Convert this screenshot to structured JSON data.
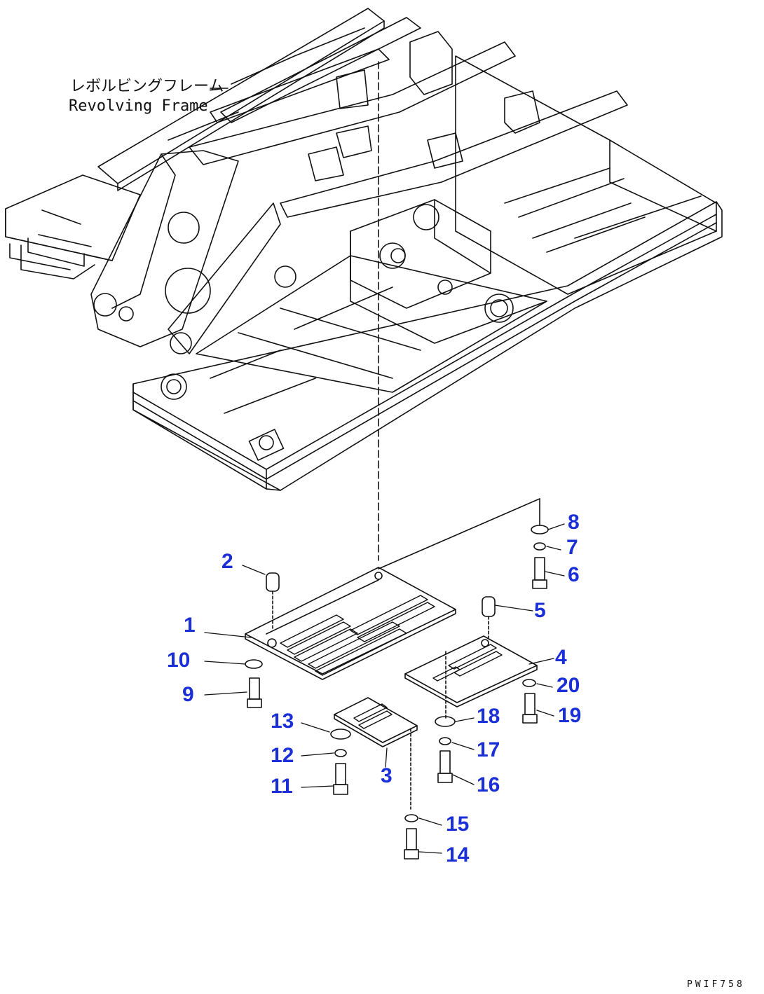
{
  "frame_label": {
    "jp": "レボルビングフレーム",
    "en": "Revolving Frame"
  },
  "callouts": [
    "1",
    "2",
    "3",
    "4",
    "5",
    "6",
    "7",
    "8",
    "9",
    "10",
    "11",
    "12",
    "13",
    "14",
    "15",
    "16",
    "17",
    "18",
    "19",
    "20"
  ],
  "drawing_code": "PWIF758",
  "colors": {
    "callout": "#1a2fd6",
    "line": "#111111"
  }
}
